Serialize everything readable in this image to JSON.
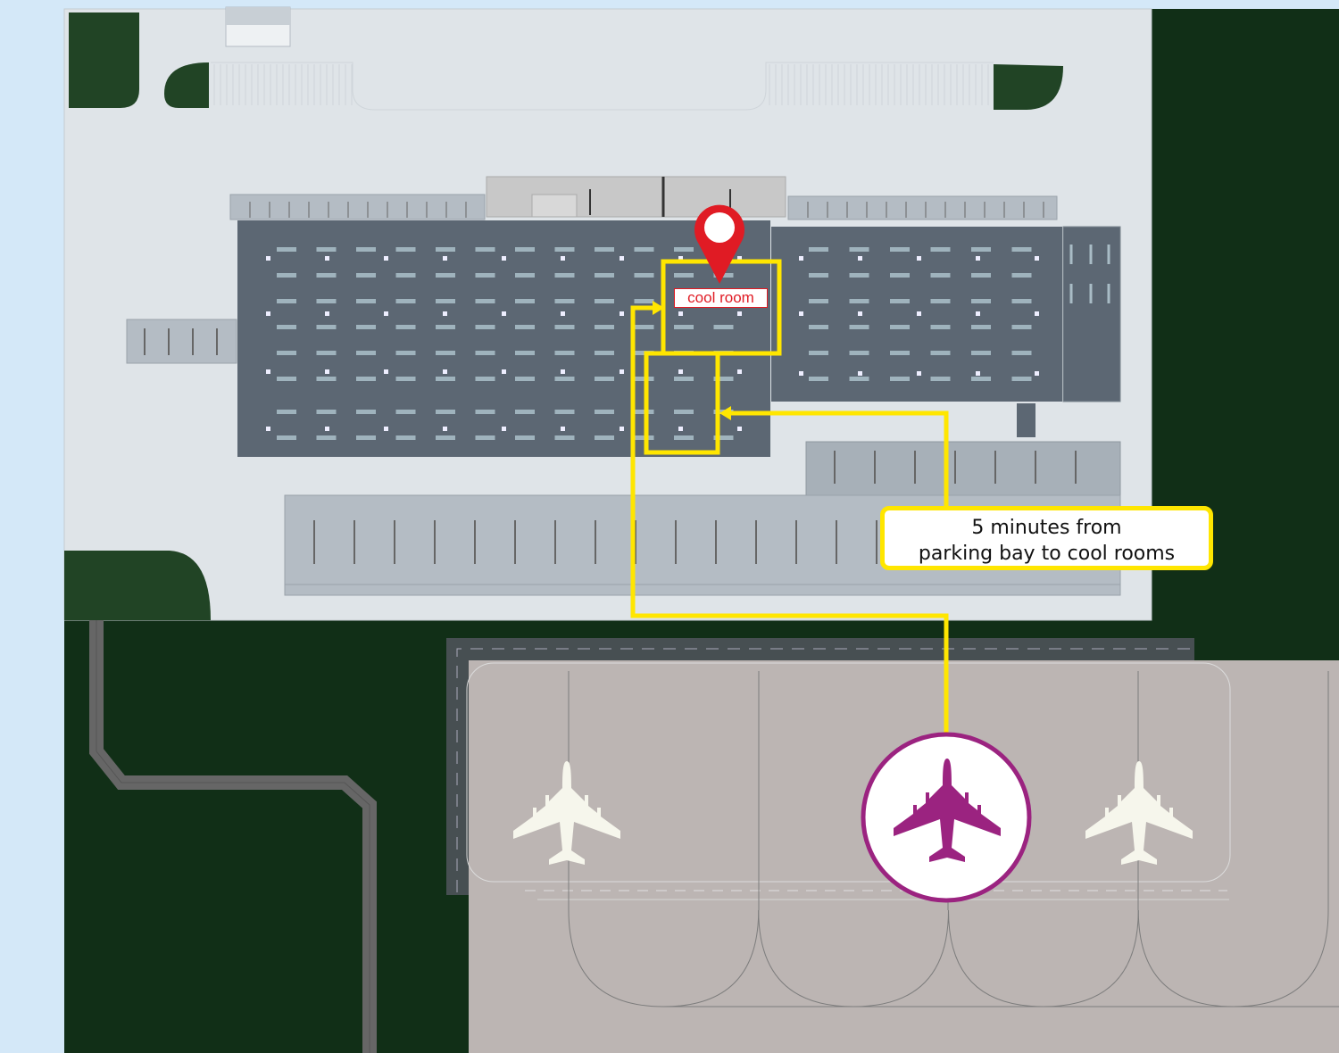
{
  "map": {
    "cool_room_label": "cool room",
    "callout": {
      "line1": "5 minutes from",
      "line2": "parking bay to cool rooms"
    },
    "icons": {
      "pin": "location-pin-icon",
      "highlighted_aircraft": "airplane-icon",
      "parked_aircraft": "airplane-icon"
    },
    "colors": {
      "background": "#d4e8f8",
      "grass": "#112f17",
      "site": "#dfe4e8",
      "warehouse": "#5c6773",
      "apron": "#bcb5b3",
      "route": "#ffe600",
      "highlight": "#9b2380",
      "pin": "#e01b24"
    }
  }
}
